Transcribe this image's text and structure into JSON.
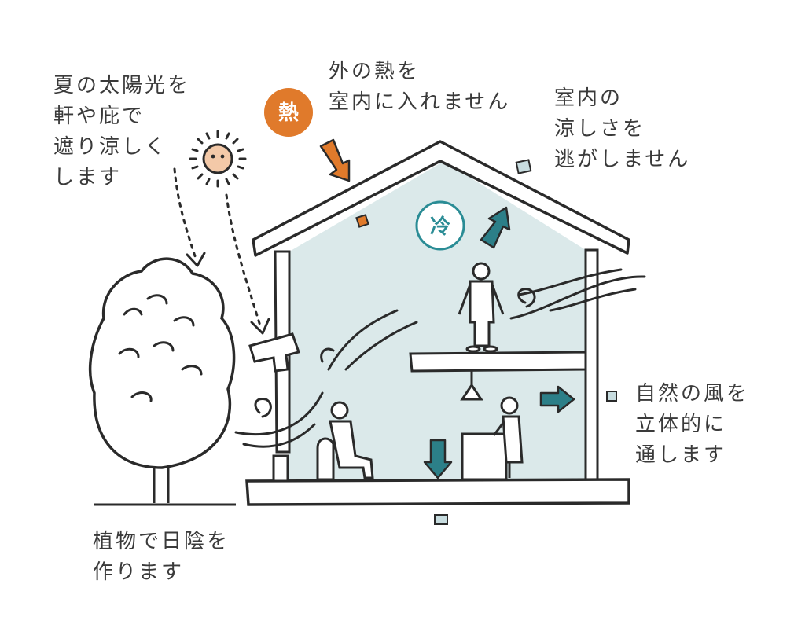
{
  "captions": {
    "sun_shade": [
      "夏の太陽光を",
      "軒や庇で",
      "遮り涼しく",
      "します"
    ],
    "heat_block": [
      "外の熱を",
      "室内に入れません"
    ],
    "keep_cool": [
      "室内の",
      "涼しさを",
      "逃がしません"
    ],
    "natural_wind": [
      "自然の風を",
      "立体的に",
      "通します"
    ],
    "tree_shade": [
      "植物で日陰を",
      "作ります"
    ]
  },
  "badges": {
    "heat": "熱",
    "cold": "冷"
  },
  "colors": {
    "heat": "#e07a2b",
    "cold": "#2a8c95",
    "arrow_teal": "#2c7f88",
    "interior": "#dbe9ea",
    "outline": "#2a2a2a",
    "sun_face": "#f3c9a8",
    "text": "#3a3a3a"
  }
}
